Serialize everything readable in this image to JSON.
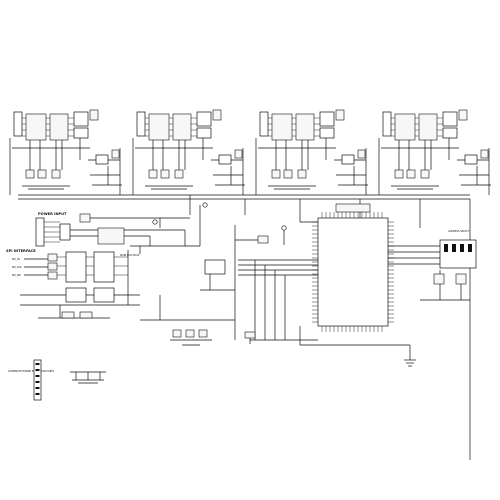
{
  "diagram": {
    "blocks": {
      "power_input": "POWER INPUT",
      "spi_interface": "SPI INTERFACE",
      "address_select": "ADDRESS SELECT",
      "alt_power": "ALTERNATE POWER EXTENSION PORTS",
      "main_bus_fault": "MAIN BUS FAULT"
    },
    "spi_signals": [
      "SPI_CS",
      "SPI_SCK",
      "SPI_SDI"
    ],
    "colors": {
      "ink": "#111111",
      "paper": "#ffffff"
    },
    "icons": [
      "ground-symbol",
      "pin-header",
      "ic-package"
    ]
  }
}
